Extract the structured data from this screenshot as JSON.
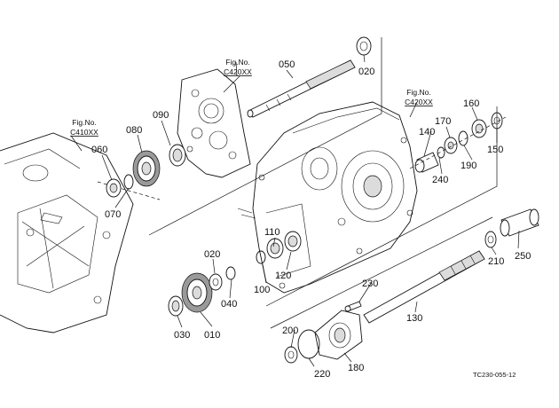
{
  "figure_refs": [
    {
      "id": "fig-c420-upper",
      "line1": "Fig.No.",
      "line2": "C420XX"
    },
    {
      "id": "fig-c420-right",
      "line1": "Fig.No.",
      "line2": "C420XX"
    },
    {
      "id": "fig-c410",
      "line1": "Fig.No.",
      "line2": "C410XX"
    }
  ],
  "part_labels": {
    "p010": "010",
    "p020_small": "020",
    "p020_top": "020",
    "p030": "030",
    "p040": "040",
    "p050": "050",
    "p060": "060",
    "p070": "070",
    "p080": "080",
    "p090": "090",
    "p100": "100",
    "p110": "110",
    "p120": "120",
    "p130": "130",
    "p140": "140",
    "p150": "150",
    "p160": "160",
    "p170": "170",
    "p180": "180",
    "p190": "190",
    "p200": "200",
    "p210": "210",
    "p220": "220",
    "p230": "230",
    "p240": "240",
    "p250": "250"
  },
  "drawing_code": "TC230-055-12"
}
